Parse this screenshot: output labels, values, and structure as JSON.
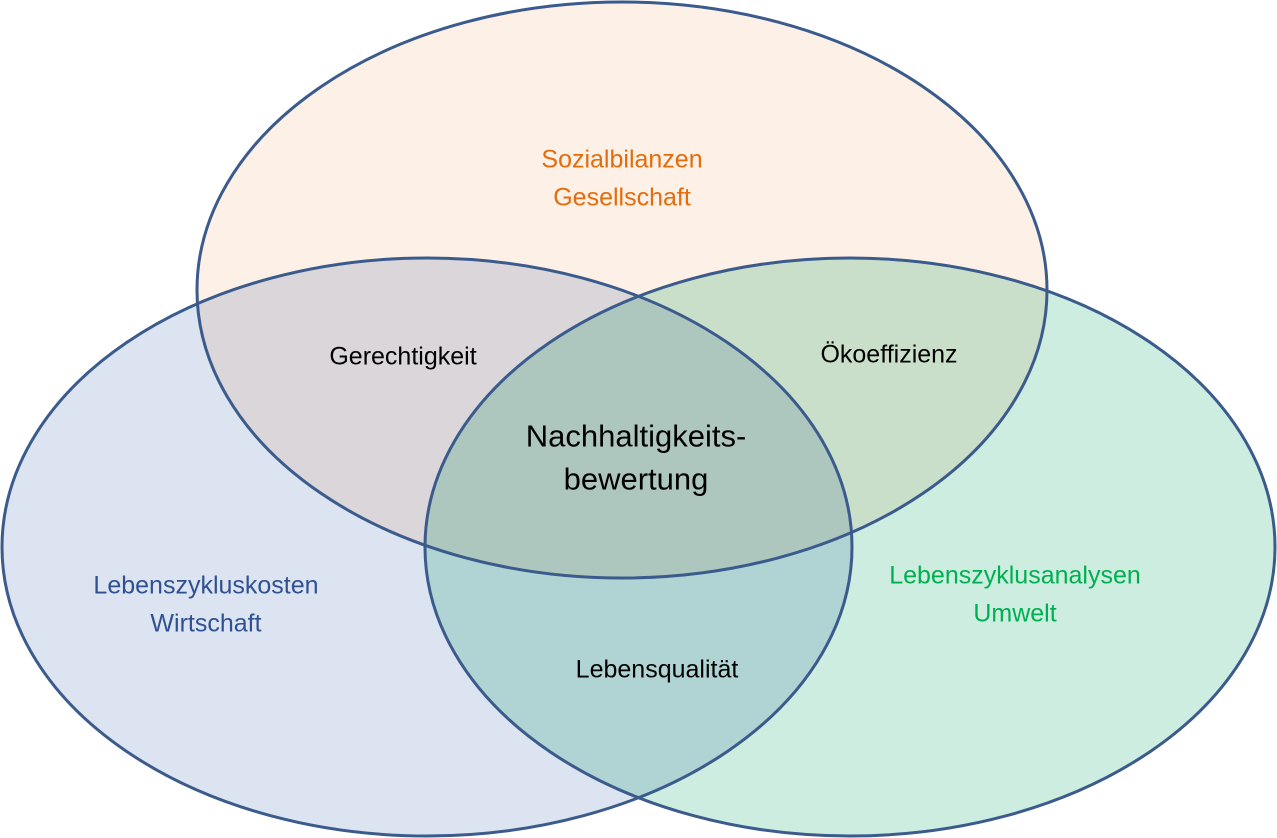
{
  "circles": {
    "society": {
      "title": "Sozialbilanzen",
      "subtitle": "Gesellschaft",
      "color": "#e46c0a",
      "fill": "#fdf0e6"
    },
    "economy": {
      "title": "Lebenszykluskosten",
      "subtitle": "Wirtschaft",
      "color": "#2f5191",
      "fill": "#dce4f1"
    },
    "environment": {
      "title": "Lebenszyklusanalysen",
      "subtitle": "Umwelt",
      "color": "#00b050",
      "fill": "#ccede0"
    }
  },
  "intersections": {
    "society_economy": "Gerechtigkeit",
    "society_environment": "Ökoeffizienz",
    "economy_environment": "Lebensqualität",
    "center_line1": "Nachhaltigkeits-",
    "center_line2": "bewertung"
  },
  "stroke_color": "#3b5b8d"
}
